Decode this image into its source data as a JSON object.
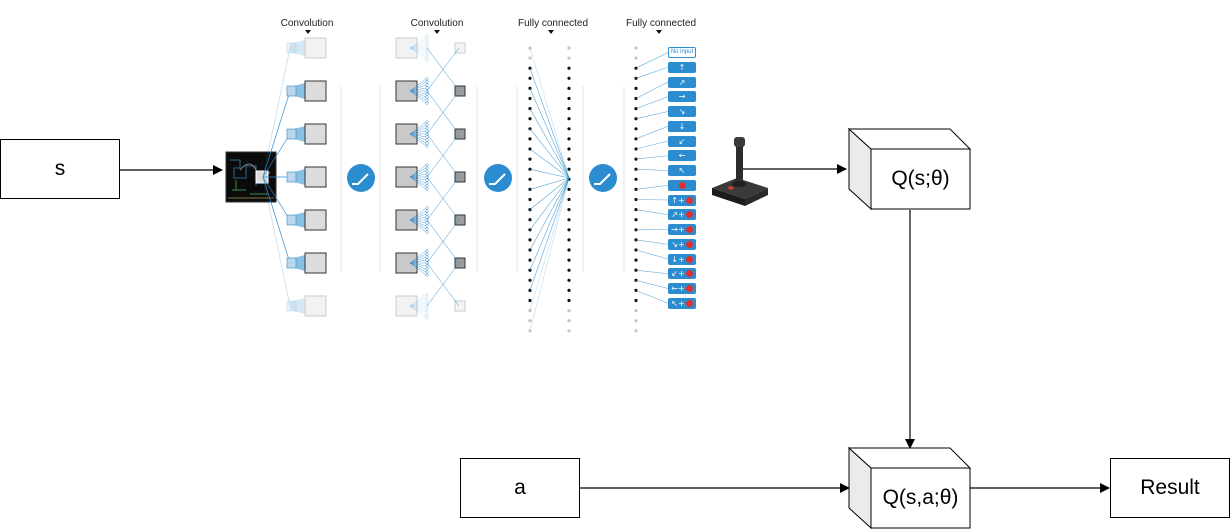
{
  "inputs": {
    "state_label": "s",
    "action_label": "a"
  },
  "network": {
    "layers": [
      {
        "title": "Convolution"
      },
      {
        "title": "Convolution"
      },
      {
        "title": "Fully connected"
      },
      {
        "title": "Fully connected"
      }
    ],
    "actions": [
      {
        "label": "No input",
        "icon": "none-icon",
        "fire": false
      },
      {
        "label": "↑",
        "icon": "arrow-up-icon",
        "fire": false
      },
      {
        "label": "↗",
        "icon": "arrow-up-right-icon",
        "fire": false
      },
      {
        "label": "→",
        "icon": "arrow-right-icon",
        "fire": false
      },
      {
        "label": "↘",
        "icon": "arrow-down-right-icon",
        "fire": false
      },
      {
        "label": "↓",
        "icon": "arrow-down-icon",
        "fire": false
      },
      {
        "label": "↙",
        "icon": "arrow-down-left-icon",
        "fire": false
      },
      {
        "label": "←",
        "icon": "arrow-left-icon",
        "fire": false
      },
      {
        "label": "↖",
        "icon": "arrow-up-left-icon",
        "fire": false
      },
      {
        "label": "",
        "icon": "fire-icon",
        "fire": true
      },
      {
        "label": "↑+",
        "icon": "arrow-up-fire-icon",
        "fire": true
      },
      {
        "label": "↗+",
        "icon": "arrow-up-right-fire-icon",
        "fire": true
      },
      {
        "label": "→+",
        "icon": "arrow-right-fire-icon",
        "fire": true
      },
      {
        "label": "↘+",
        "icon": "arrow-down-right-fire-icon",
        "fire": true
      },
      {
        "label": "↓+",
        "icon": "arrow-down-fire-icon",
        "fire": true
      },
      {
        "label": "↙+",
        "icon": "arrow-down-left-fire-icon",
        "fire": true
      },
      {
        "label": "←+",
        "icon": "arrow-left-fire-icon",
        "fire": true
      },
      {
        "label": "↖+",
        "icon": "arrow-up-left-fire-icon",
        "fire": true
      }
    ]
  },
  "outputs": {
    "q_state_label": "Q(s;θ)",
    "q_state_action_label": "Q(s,a;θ)",
    "result_label": "Result"
  },
  "colors": {
    "accent_blue": "#2b8ccf",
    "fire_red": "#e03030",
    "line_black": "#000000"
  }
}
